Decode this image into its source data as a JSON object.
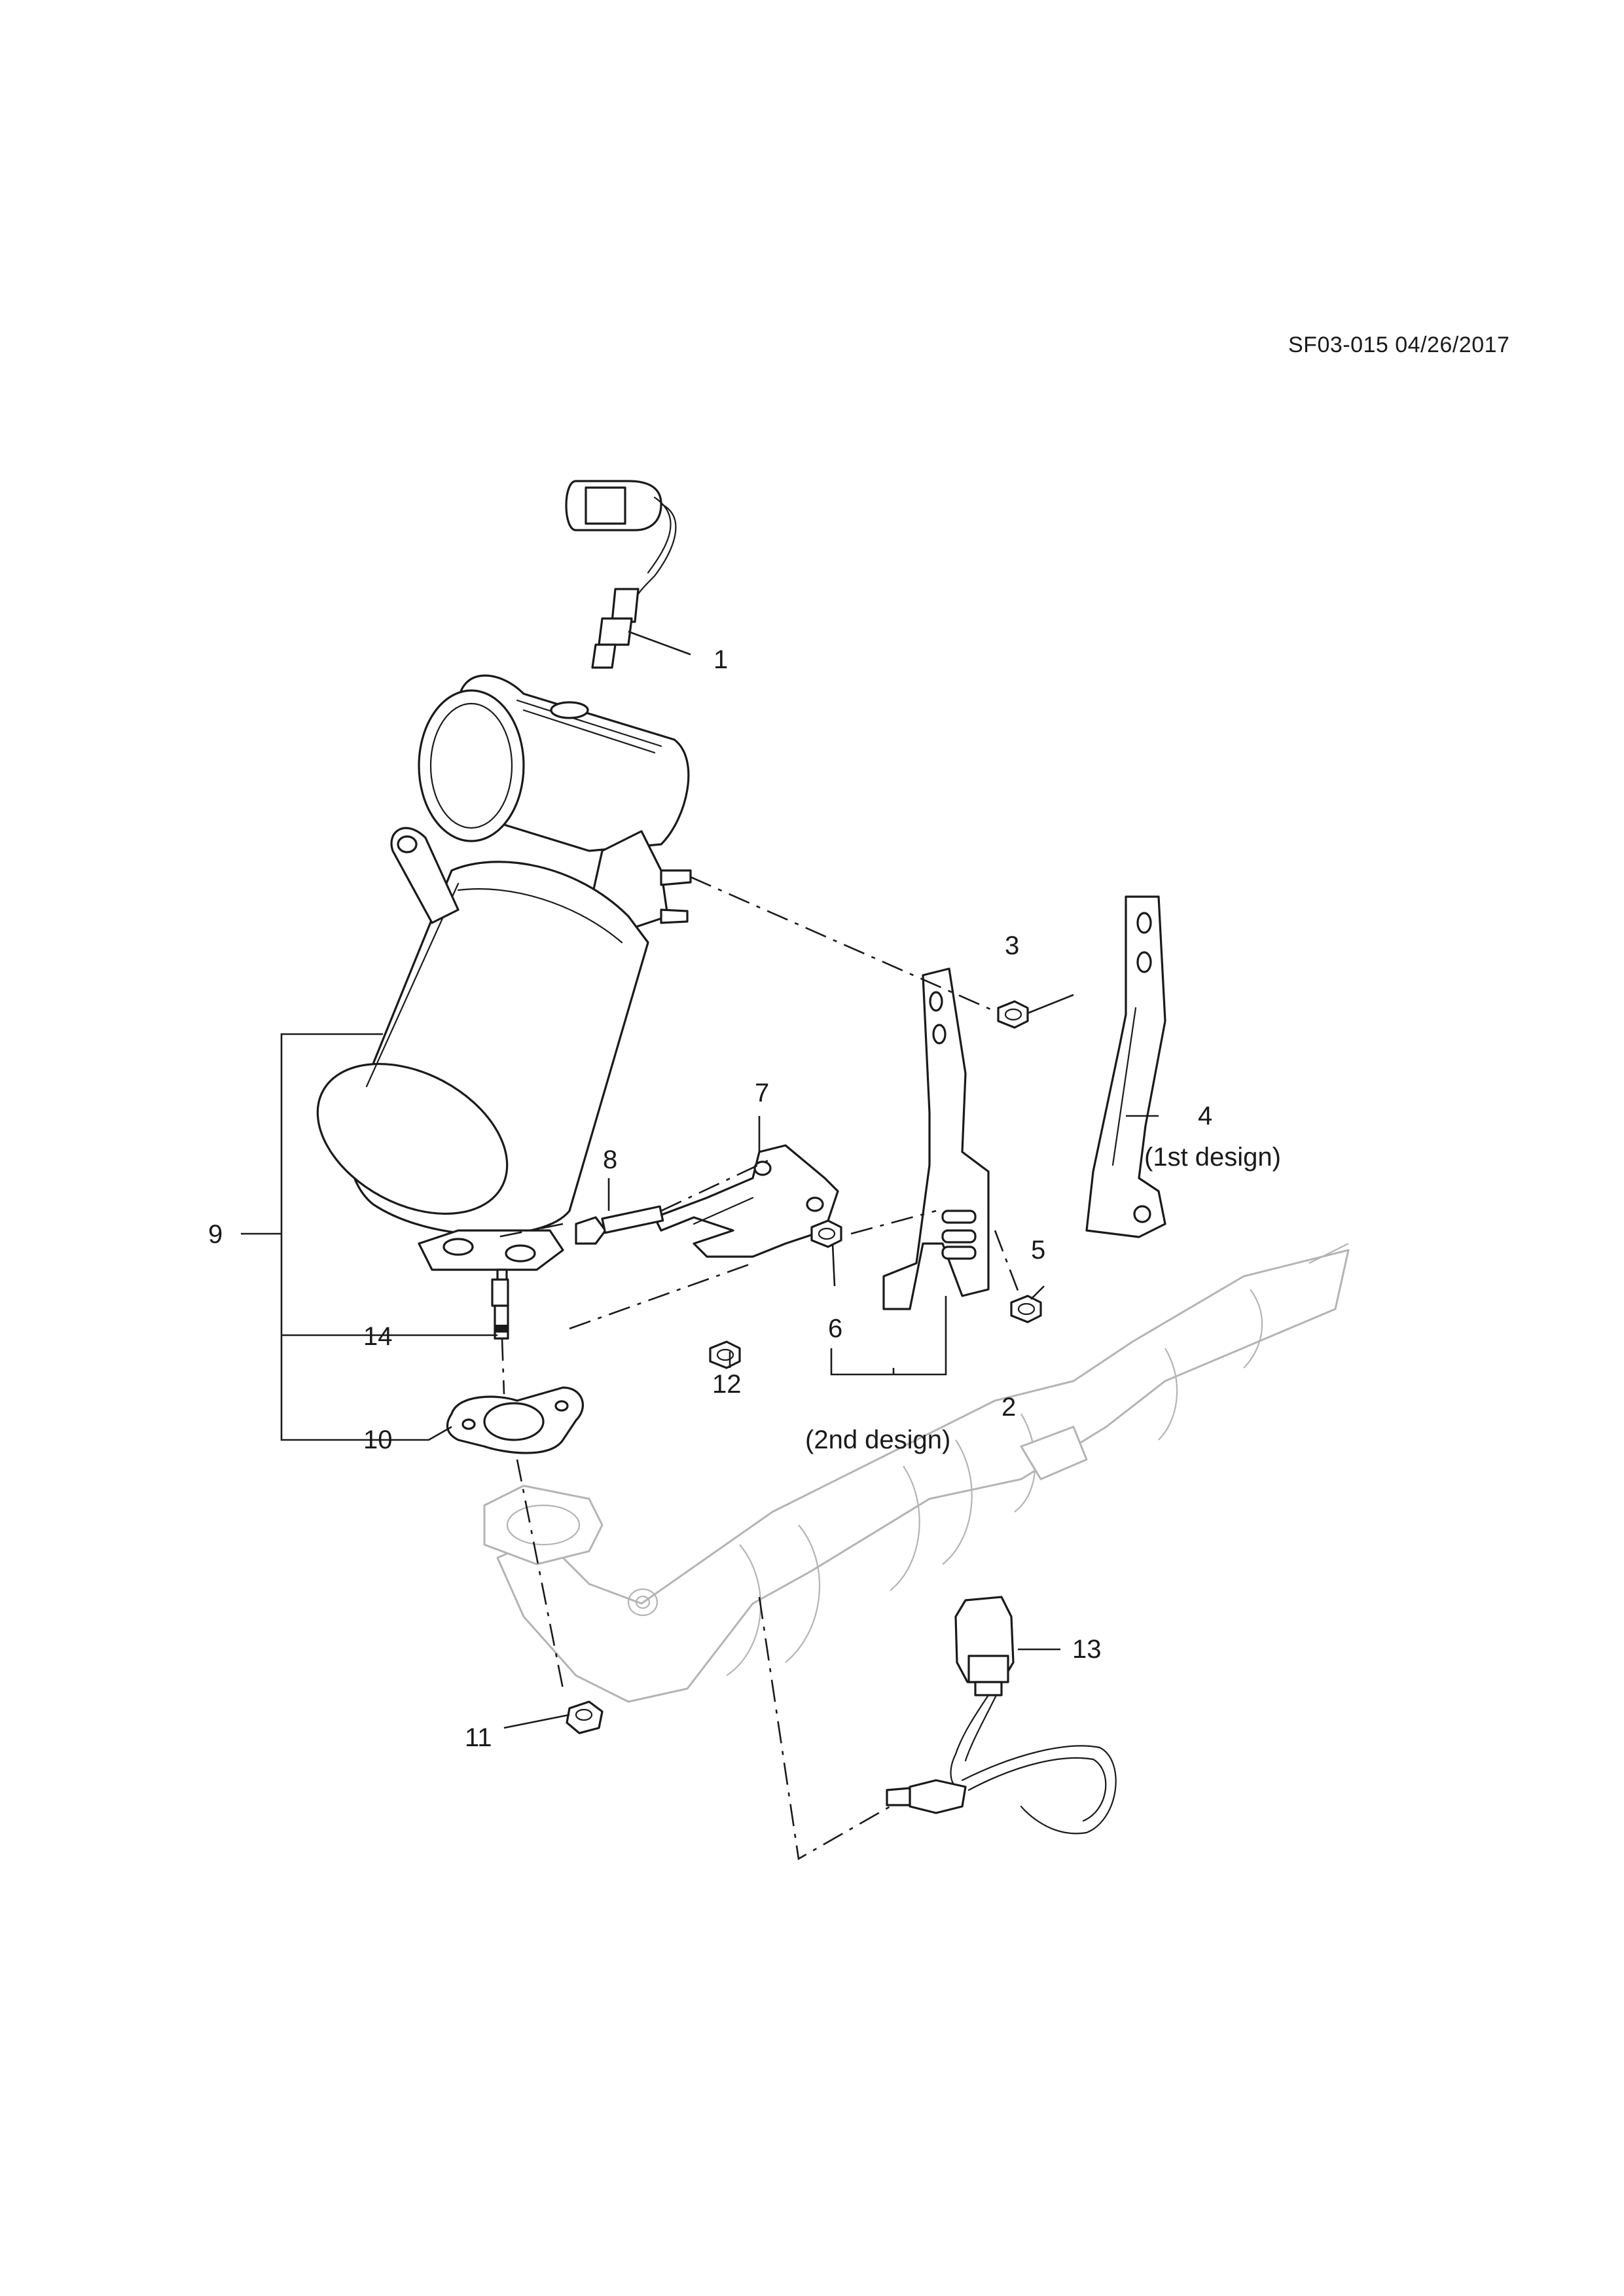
{
  "document": {
    "code": "SF03-015 04/26/2017"
  },
  "callouts": {
    "c1": "1",
    "c2": "2",
    "c2_note": "(2nd design)",
    "c3": "3",
    "c4": "4",
    "c4_note": "(1st design)",
    "c5": "5",
    "c6": "6",
    "c7": "7",
    "c8": "8",
    "c9": "9",
    "c10": "10",
    "c11": "11",
    "c12": "12",
    "c13": "13",
    "c14": "14"
  },
  "colors": {
    "ink": "#1a1a1a",
    "ghost_part": "#b4b4b4",
    "background": "#ffffff"
  }
}
